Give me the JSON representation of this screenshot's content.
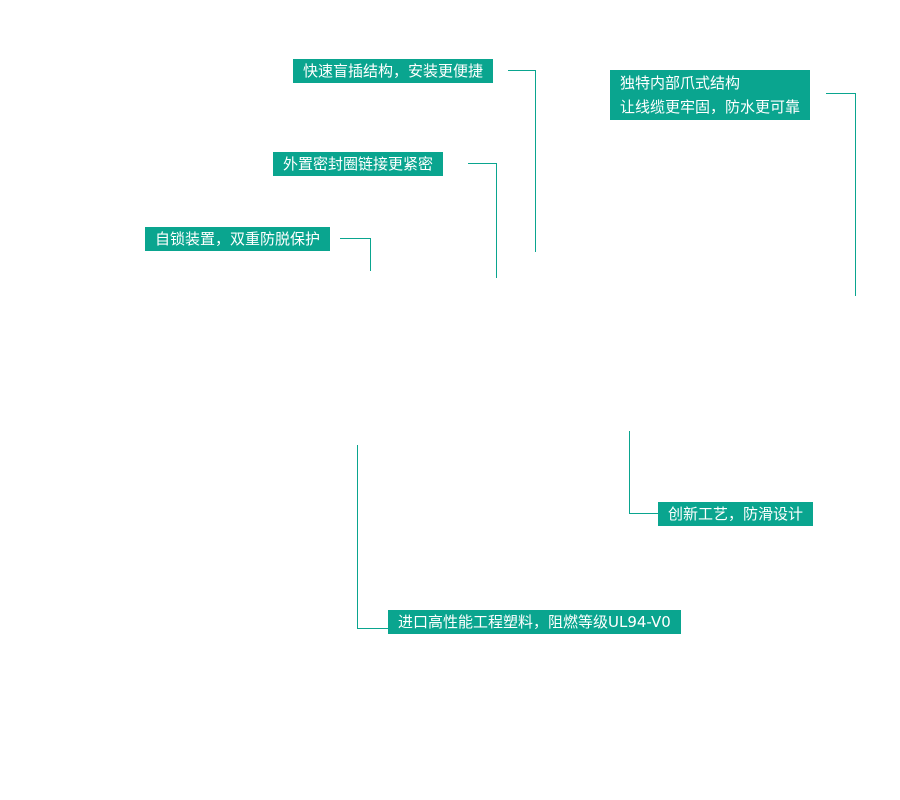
{
  "annotations": [
    {
      "id": "quick-plug",
      "lines": [
        "快速盲插结构，安装更便捷"
      ]
    },
    {
      "id": "claw-structure",
      "lines": [
        "独特内部爪式结构",
        "让线缆更牢固，防水更可靠"
      ]
    },
    {
      "id": "external-seal",
      "lines": [
        "外置密封圈链接更紧密"
      ]
    },
    {
      "id": "self-lock",
      "lines": [
        "自锁装置，双重防脱保护"
      ]
    },
    {
      "id": "anti-slip",
      "lines": [
        "创新工艺，防滑设计"
      ]
    },
    {
      "id": "material",
      "lines": [
        "进口高性能工程塑料，阻燃等级UL94-V0"
      ]
    }
  ],
  "colors": {
    "accent": "#0aa58f",
    "label_text": "#ffffff",
    "background": "#ffffff"
  }
}
